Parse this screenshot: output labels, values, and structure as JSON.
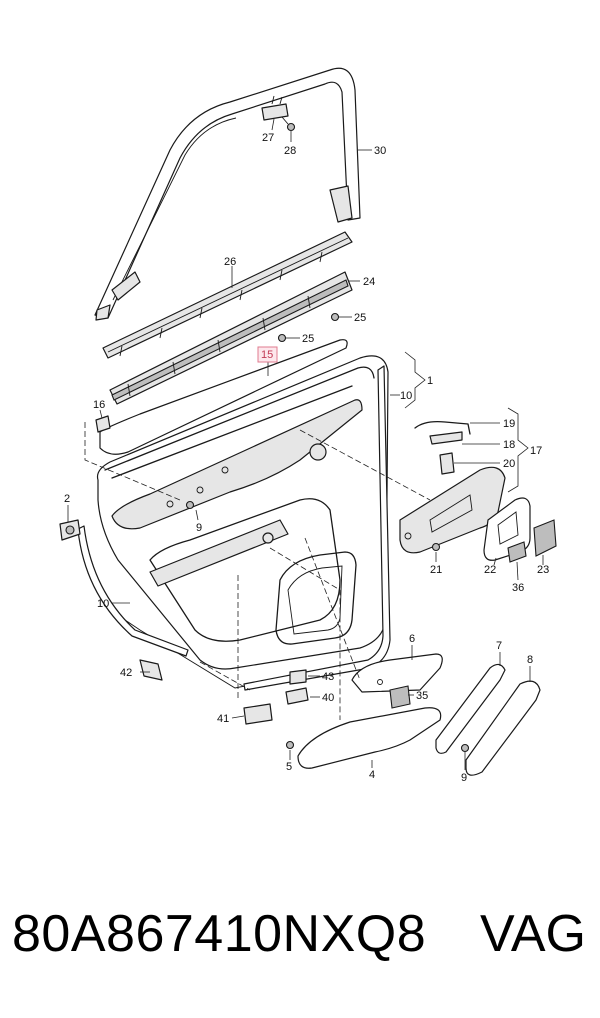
{
  "callouts": {
    "c1": "1",
    "c2": "2",
    "c4": "4",
    "c5": "5",
    "c6": "6",
    "c7": "7",
    "c8": "8",
    "c9a": "9",
    "c9b": "9",
    "c10a": "10",
    "c10b": "10",
    "c15": "15",
    "c16": "16",
    "c17": "17",
    "c18": "18",
    "c19": "19",
    "c20": "20",
    "c21": "21",
    "c22": "22",
    "c23": "23",
    "c24": "24",
    "c25a": "25",
    "c25b": "25",
    "c26": "26",
    "c27": "27",
    "c28": "28",
    "c30": "30",
    "c35": "35",
    "c36": "36",
    "c40": "40",
    "c41": "41",
    "c42": "42",
    "c43": "43"
  },
  "highlighted_callout": "15",
  "colors": {
    "highlight_fill": "#fde7ec",
    "highlight_stroke": "#e07b8f",
    "highlight_text": "#c23a55"
  },
  "footer": {
    "part_number": "80A867410NXQ8",
    "brand": "VAG"
  }
}
